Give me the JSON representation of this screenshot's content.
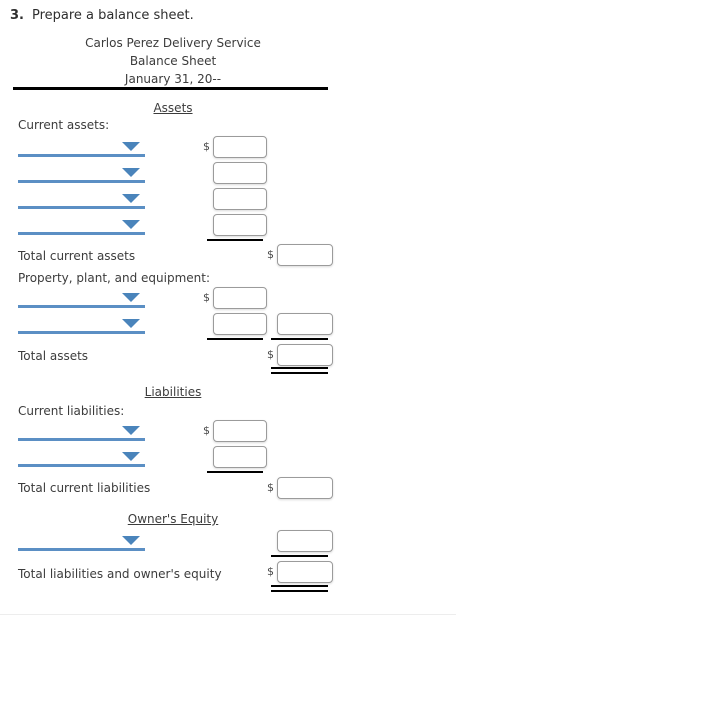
{
  "question": {
    "number": "3.",
    "text": "Prepare a balance sheet."
  },
  "header": {
    "company": "Carlos Perez Delivery Service",
    "title": "Balance Sheet",
    "date": "January 31, 20--"
  },
  "symbols": {
    "dollar": "$"
  },
  "assets": {
    "heading": "Assets",
    "current_assets_label": "Current assets:",
    "total_current_assets_label": "Total current assets",
    "ppe_label": "Property, plant, and equipment:",
    "total_assets_label": "Total assets"
  },
  "liabilities": {
    "heading": "Liabilities",
    "current_liabilities_label": "Current liabilities:",
    "total_current_liabilities_label": "Total current liabilities"
  },
  "owners_equity": {
    "heading": "Owner's Equity",
    "total_label": "Total liabilities and owner's equity"
  },
  "inputs": {
    "current_asset_1": "",
    "current_asset_2": "",
    "current_asset_3": "",
    "current_asset_4": "",
    "total_current_assets": "",
    "ppe_1": "",
    "ppe_2": "",
    "ppe_2_total": "",
    "total_assets": "",
    "current_liability_1": "",
    "current_liability_2": "",
    "total_current_liabilities": "",
    "owners_equity_amount": "",
    "total_liabilities_and_equity": ""
  },
  "colors": {
    "dropdown_line_blue": "#5b8fc4",
    "dropdown_arrow_blue": "#4a84bb",
    "rule_black": "#000000",
    "input_border_gray": "#9b9b9b",
    "text_gray": "#3c3c3c"
  }
}
